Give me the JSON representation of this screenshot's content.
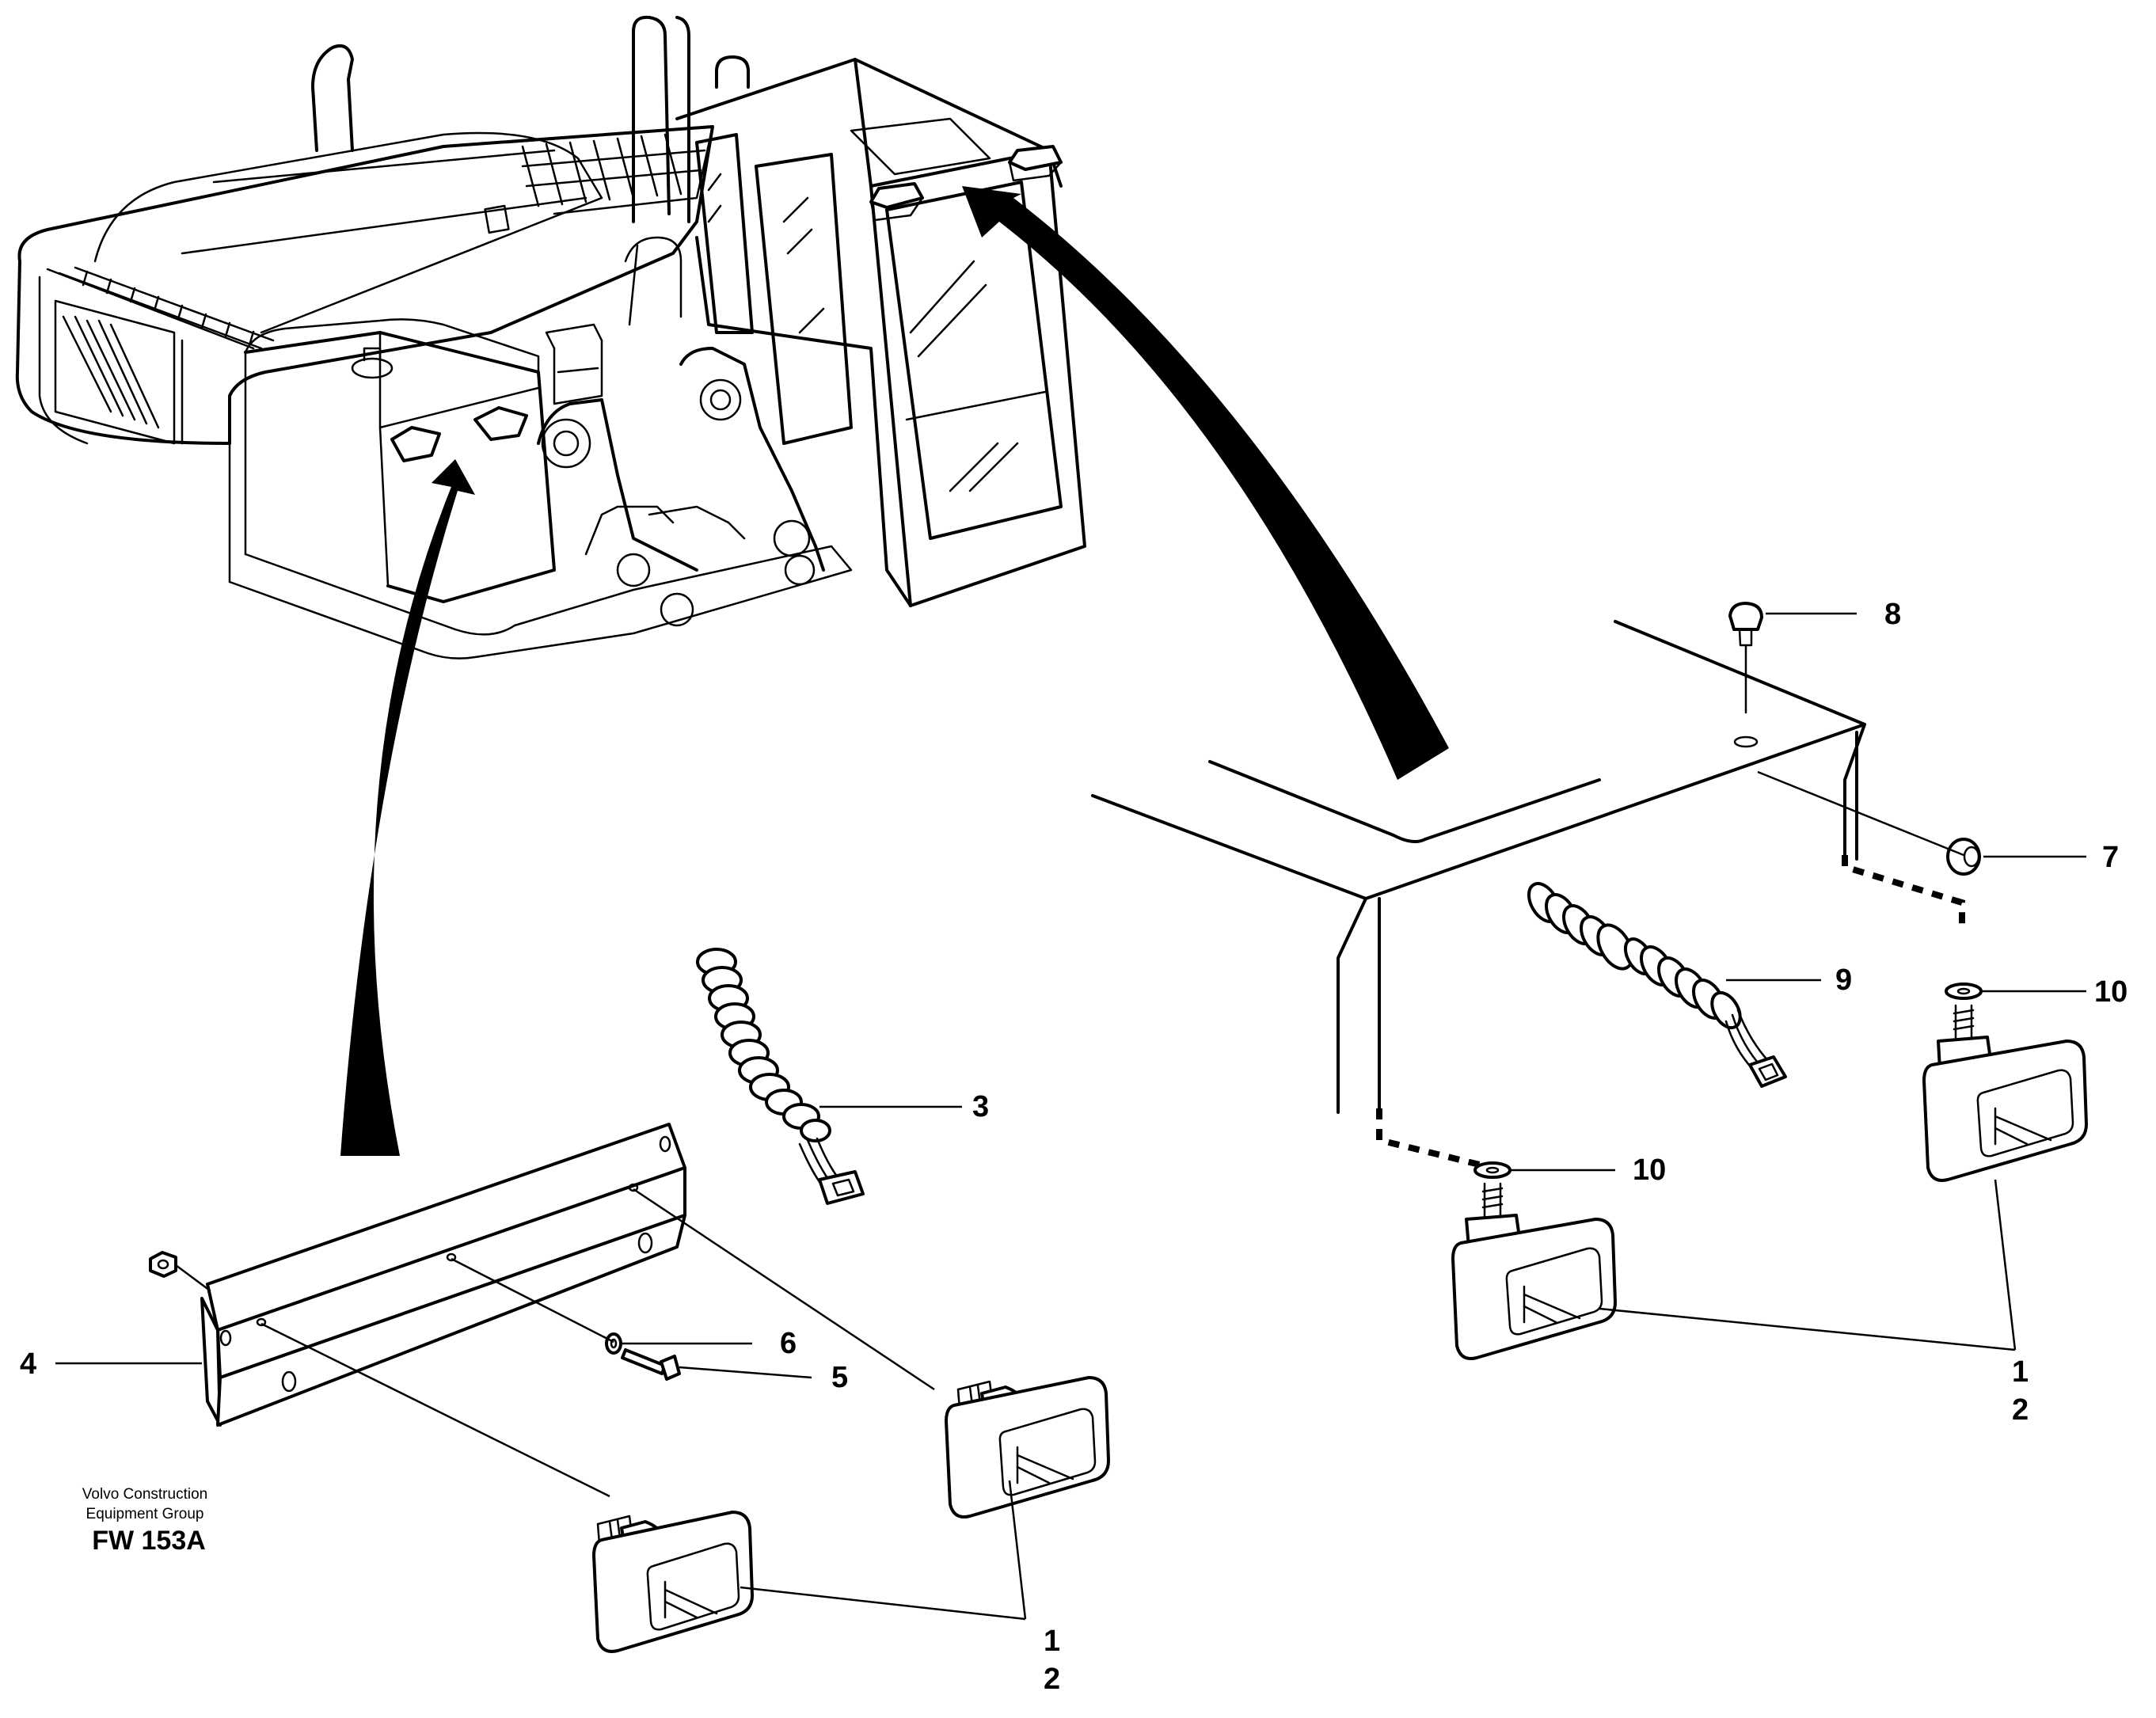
{
  "callouts": {
    "c1_left": "1",
    "c2_left": "2",
    "c3": "3",
    "c4": "4",
    "c5": "5",
    "c6": "6",
    "c7": "7",
    "c8": "8",
    "c9": "9",
    "c10_upper": "10",
    "c10_lower": "10",
    "c1_right": "1",
    "c2_right": "2"
  },
  "brand": {
    "line1": "Volvo Construction",
    "line2": "Equipment Group",
    "code": "FW 153A"
  },
  "icons": {
    "machine": "excavator-upper-structure-icon",
    "work_lamp": "work-lamp-icon",
    "cable": "cable-harness-icon",
    "bracket": "lamp-bracket-icon"
  }
}
